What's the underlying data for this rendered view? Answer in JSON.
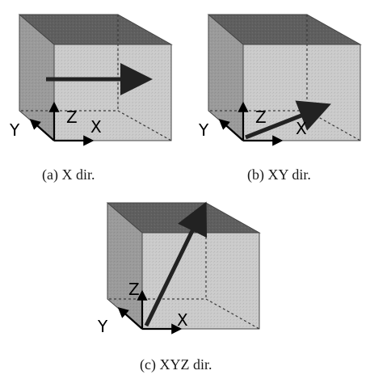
{
  "panels": [
    {
      "caption": "(a) X dir.",
      "direction": "X",
      "axes": {
        "x": "X",
        "y": "Y",
        "z": "Z"
      }
    },
    {
      "caption": "(b) XY dir.",
      "direction": "XY",
      "axes": {
        "x": "X",
        "y": "Y",
        "z": "Z"
      }
    },
    {
      "caption": "(c) XYZ dir.",
      "direction": "XYZ",
      "axes": {
        "x": "X",
        "y": "Y",
        "z": "Z"
      }
    }
  ],
  "colors": {
    "top_face": "#5f5f5f",
    "left_face": "#9b9b9b",
    "front_face": "#c2c2c2",
    "hidden_edge": "#3a3a3a",
    "arrow": "#222222"
  }
}
